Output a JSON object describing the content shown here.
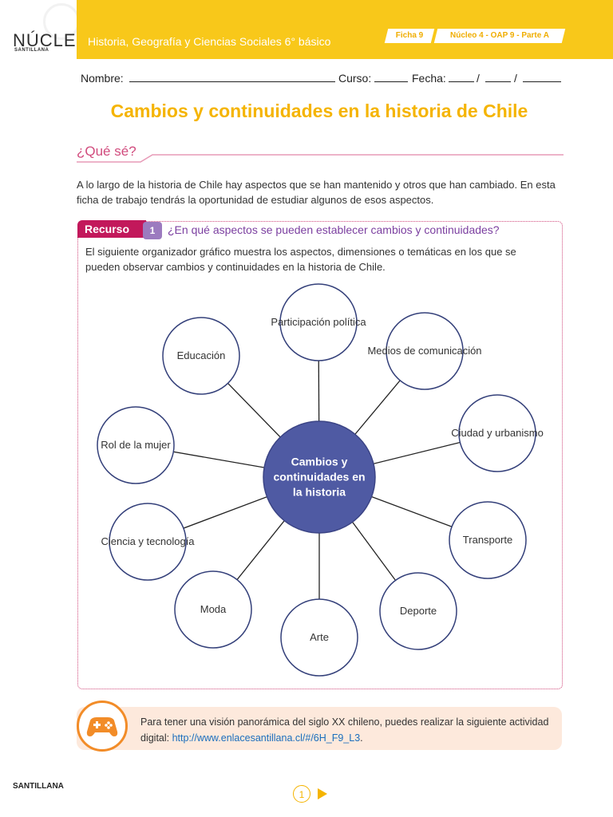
{
  "header": {
    "brand": "NÚCLEO",
    "brand_sub": "SANTILLANA",
    "subject": "Historia, Geografía y Ciencias Sociales 6° básico",
    "ficha": "Ficha 9",
    "nucleo": "Núcleo 4 - OAP 9 - Parte A",
    "band_color": "#f8c81a"
  },
  "form": {
    "nombre_label": "Nombre:",
    "curso_label": "Curso:",
    "fecha_label": "Fecha:",
    "sep1": "/",
    "sep2": "/"
  },
  "title": "Cambios y continuidades en la historia de Chile",
  "que_se": {
    "heading": "¿Qué sé?",
    "text": "A lo largo de la historia de Chile hay aspectos que se han mantenido y otros que han cambiado. En esta ficha de trabajo tendrás la oportunidad de estudiar algunos de esos aspectos."
  },
  "recurso": {
    "tag": "Recurso",
    "number": "1",
    "question": "¿En qué aspectos se pueden establecer cambios y continuidades?",
    "description": "El siguiente organizador gráfico muestra los aspectos, dimensiones o temáticas en los que se pueden observar cambios y continuidades en la historia de Chile."
  },
  "diagram": {
    "center": "Cambios y continuidades en la historia",
    "center_color": "#4f5aa3",
    "nodes": [
      "Participación política",
      "Medios de comunicación",
      "Ciudad y urbanismo",
      "Transporte",
      "Deporte",
      "Arte",
      "Moda",
      "Ciencia y tecnología",
      "Rol de la mujer",
      "Educación"
    ]
  },
  "digital": {
    "icon": "gamepad-icon",
    "text": "Para tener una visión panorámica del siglo XX chileno, puedes realizar la siguiente actividad digital: ",
    "link": "http://www.enlacesantillana.cl/#/6H_F9_L3",
    "end": "."
  },
  "footer": {
    "logo": "SANTILLANA",
    "page": "1"
  }
}
